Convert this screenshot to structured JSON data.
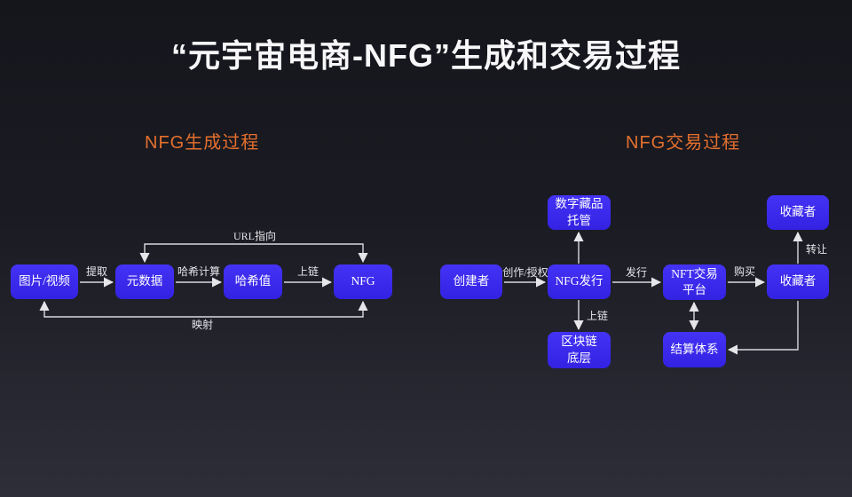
{
  "page": {
    "title": "“元宇宙电商-NFG”生成和交易过程"
  },
  "colors": {
    "background_top": "#15151c",
    "background_bottom": "#2e2e39",
    "node_fill": "#3a2cf0",
    "node_text": "#ffffff",
    "accent_orange": "#e4702d",
    "arrow": "#d9d9de",
    "title_text": "#f7f7f9"
  },
  "generation_flow": {
    "heading": "NFG生成过程",
    "nodes": [
      {
        "id": "image-video",
        "label": "图片/视频"
      },
      {
        "id": "metadata",
        "label": "元数据"
      },
      {
        "id": "hash-value",
        "label": "哈希值"
      },
      {
        "id": "nfg",
        "label": "NFG"
      }
    ],
    "edge_labels": {
      "extract": "提取",
      "hash_compute": "哈希计算",
      "on_chain": "上链",
      "url_pointer": "URL指向",
      "mapping": "映射"
    }
  },
  "trading_flow": {
    "heading": "NFG交易过程",
    "nodes": [
      {
        "id": "creator",
        "label": "创建者"
      },
      {
        "id": "nfg-issuance",
        "label": "NFG发行"
      },
      {
        "id": "digital-collection-custody",
        "label": "数字藏品\n托管"
      },
      {
        "id": "blockchain-base",
        "label": "区块链\n底层"
      },
      {
        "id": "nft-trading-platform",
        "label": "NFT交易\n平台"
      },
      {
        "id": "settlement-system",
        "label": "结算体系"
      },
      {
        "id": "collector",
        "label": "收藏者"
      },
      {
        "id": "collector-transferee",
        "label": "收藏者"
      }
    ],
    "edge_labels": {
      "create_authorize": "创作/授权",
      "issue": "发行",
      "buy": "购买",
      "transfer": "转让",
      "on_chain": "上链"
    }
  }
}
